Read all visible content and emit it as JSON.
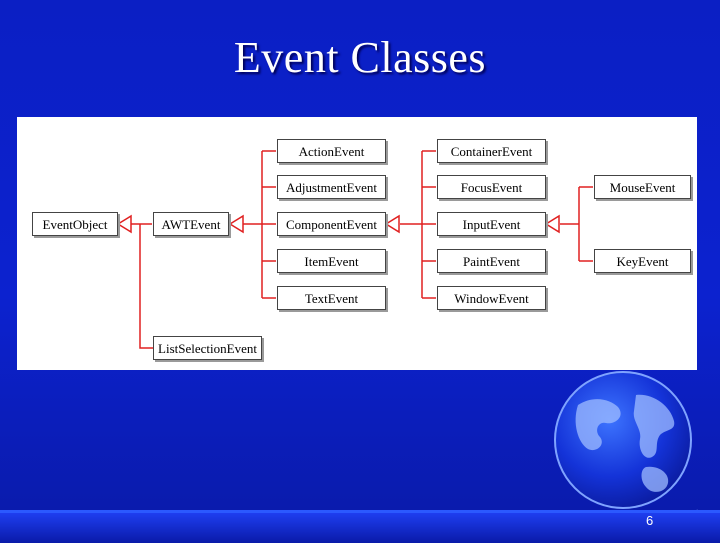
{
  "slide": {
    "title": "Event Classes",
    "page_number": "6"
  },
  "diagram": {
    "classes": {
      "event_object": "EventObject",
      "awt_event": "AWTEvent",
      "list_selection_event": "ListSelectionEvent",
      "action_event": "ActionEvent",
      "adjustment_event": "AdjustmentEvent",
      "component_event": "ComponentEvent",
      "item_event": "ItemEvent",
      "text_event": "TextEvent",
      "container_event": "ContainerEvent",
      "focus_event": "FocusEvent",
      "input_event": "InputEvent",
      "paint_event": "PaintEvent",
      "window_event": "WindowEvent",
      "mouse_event": "MouseEvent",
      "key_event": "KeyEvent"
    },
    "colors": {
      "connector": "#e02020",
      "background": "#0c22cf"
    }
  }
}
